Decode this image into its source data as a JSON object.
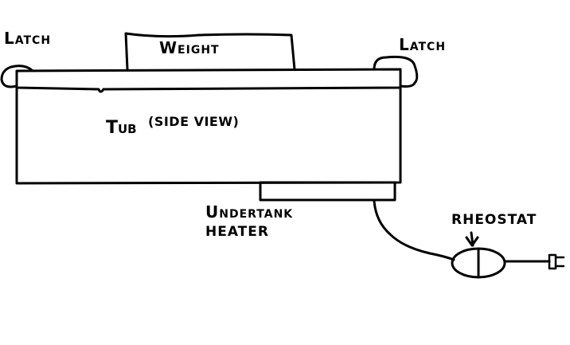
{
  "labels": {
    "latch_left": "Latch",
    "weight": "Weight",
    "latch_right": "Latch",
    "tub": "Tub",
    "tub_note": "(side view)",
    "heater_line1": "Undertank",
    "heater_line2": "heater",
    "rheostat": "rheostat"
  },
  "colors": {
    "ink": "#000000",
    "paper": "#ffffff"
  }
}
